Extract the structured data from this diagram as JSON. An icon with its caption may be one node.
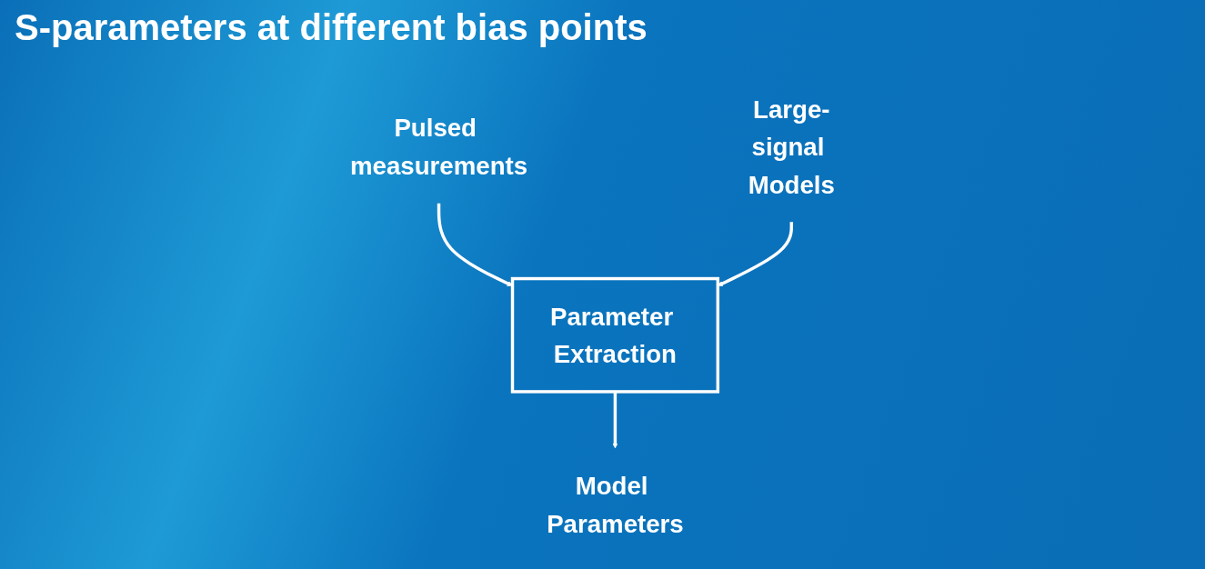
{
  "diagram": {
    "nodes": [
      {
        "text": [
          "Pulsed measurements"
        ]
      },
      {
        "text": [
          "Large-signal Models"
        ]
      },
      {
        "text": [
          "Parameter Extraction"
        ]
      },
      {
        "text": [
          "Model Parameters"
        ]
      }
    ],
    "edges": [
      {
        "from": 0,
        "to": 2,
        "arrow": "to"
      },
      {
        "from": 1,
        "to": 2,
        "arrow": "to"
      },
      {
        "from": 2,
        "to": 3,
        "arrow": "to"
      }
    ],
    "labels": [
      "S-parameters at different bias points"
    ]
  }
}
